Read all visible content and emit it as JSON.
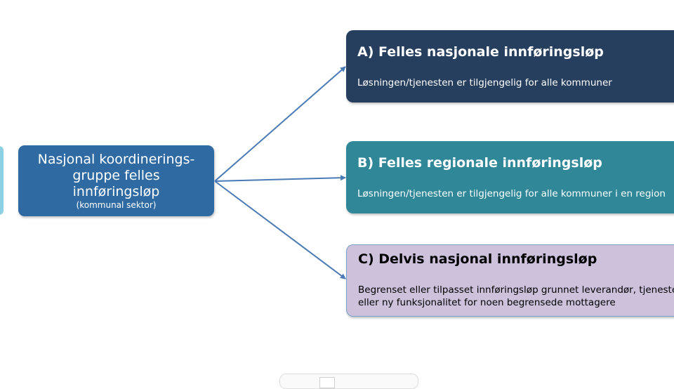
{
  "coordination": {
    "title": "Nasjonal koordinerings-\ngruppe felles\ninnføringsløp",
    "subtitle": "(kommunal sektor)"
  },
  "options": [
    {
      "title": "A) Felles nasjonale innføringsløp",
      "description": "Løsningen/tjenesten er tilgjengelig for alle kommuner"
    },
    {
      "title": "B) Felles regionale innføringsløp",
      "description": "Løsningen/tjenesten er tilgjengelig for alle kommuner i en region"
    },
    {
      "title": "C) Delvis nasjonal innføringsløp",
      "description_line1": "Begrenset eller tilpasset innføringsløp grunnet leverandør, tjeneste",
      "description_line2": "eller ny funksjonalitet for noen begrensede mottagere"
    }
  ],
  "colors": {
    "coordination": "#2f6ba2",
    "option_a": "#273f5e",
    "option_b": "#2f8798",
    "option_c": "#cdc1dc",
    "arrow": "#4a7ab6"
  }
}
